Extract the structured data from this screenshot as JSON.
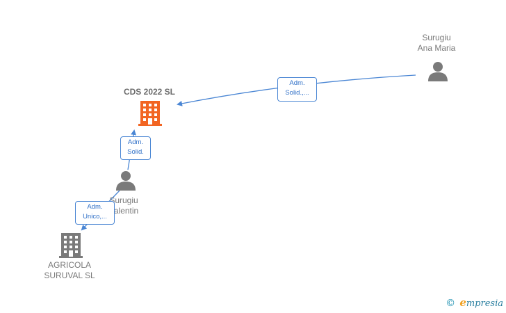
{
  "nodes": {
    "cds": {
      "name": "CDS 2022  SL",
      "color": "#f26522"
    },
    "agricola": {
      "line1": "AGRICOLA",
      "line2": "SURUVAL  SL",
      "color": "#7a7a7a"
    },
    "ana": {
      "line1": "Surugiu",
      "line2": "Ana Maria",
      "icon": "person-icon"
    },
    "valentin": {
      "line1": "Surugiu",
      "line2": "Valentin",
      "icon": "person-icon"
    }
  },
  "edges": {
    "ana_cds": {
      "line1": "Adm.",
      "line2": "Solid.,..."
    },
    "valentin_cds": {
      "line1": "Adm.",
      "line2": "Solid."
    },
    "valentin_agricola": {
      "line1": "Adm.",
      "line2": "Unico,..."
    }
  },
  "colors": {
    "edge": "#4a86d4",
    "person": "#7a7a7a",
    "company_highlight": "#f26522"
  },
  "footer": {
    "copyright": "©",
    "brand_initial": "e",
    "brand_rest": "mpresia"
  }
}
